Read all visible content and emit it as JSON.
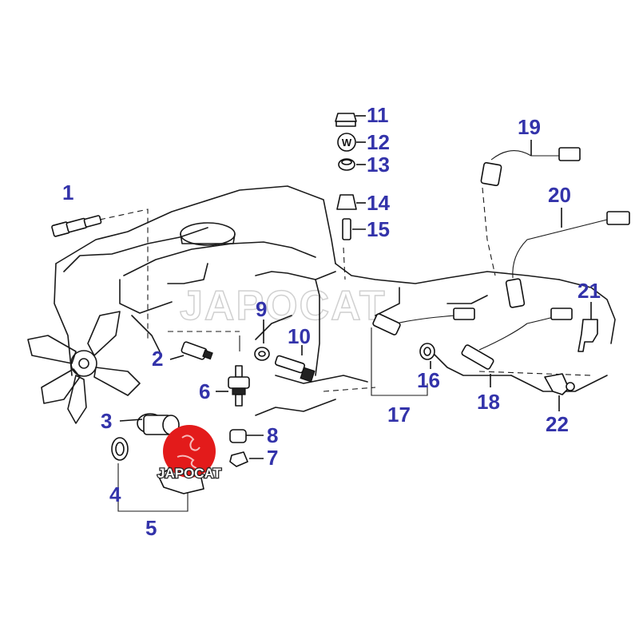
{
  "watermark": {
    "text": "JAPOCAT"
  },
  "logo": {
    "text": "JAPOCAT",
    "color": "#e31b1b"
  },
  "callouts": [
    {
      "id": "1",
      "label": "1"
    },
    {
      "id": "2",
      "label": "2"
    },
    {
      "id": "3",
      "label": "3"
    },
    {
      "id": "4",
      "label": "4"
    },
    {
      "id": "5",
      "label": "5"
    },
    {
      "id": "6",
      "label": "6"
    },
    {
      "id": "7",
      "label": "7"
    },
    {
      "id": "8",
      "label": "8"
    },
    {
      "id": "9",
      "label": "9"
    },
    {
      "id": "10",
      "label": "10"
    },
    {
      "id": "11",
      "label": "11"
    },
    {
      "id": "12",
      "label": "12"
    },
    {
      "id": "13",
      "label": "13"
    },
    {
      "id": "14",
      "label": "14"
    },
    {
      "id": "15",
      "label": "15"
    },
    {
      "id": "16",
      "label": "16"
    },
    {
      "id": "17",
      "label": "17"
    },
    {
      "id": "18",
      "label": "18"
    },
    {
      "id": "19",
      "label": "19"
    },
    {
      "id": "20",
      "label": "20"
    },
    {
      "id": "21",
      "label": "21"
    },
    {
      "id": "22",
      "label": "22"
    }
  ],
  "washer_mark": "W",
  "colors": {
    "callout": "#3333aa",
    "lines": "#1a1a1a",
    "logo": "#e31b1b"
  }
}
